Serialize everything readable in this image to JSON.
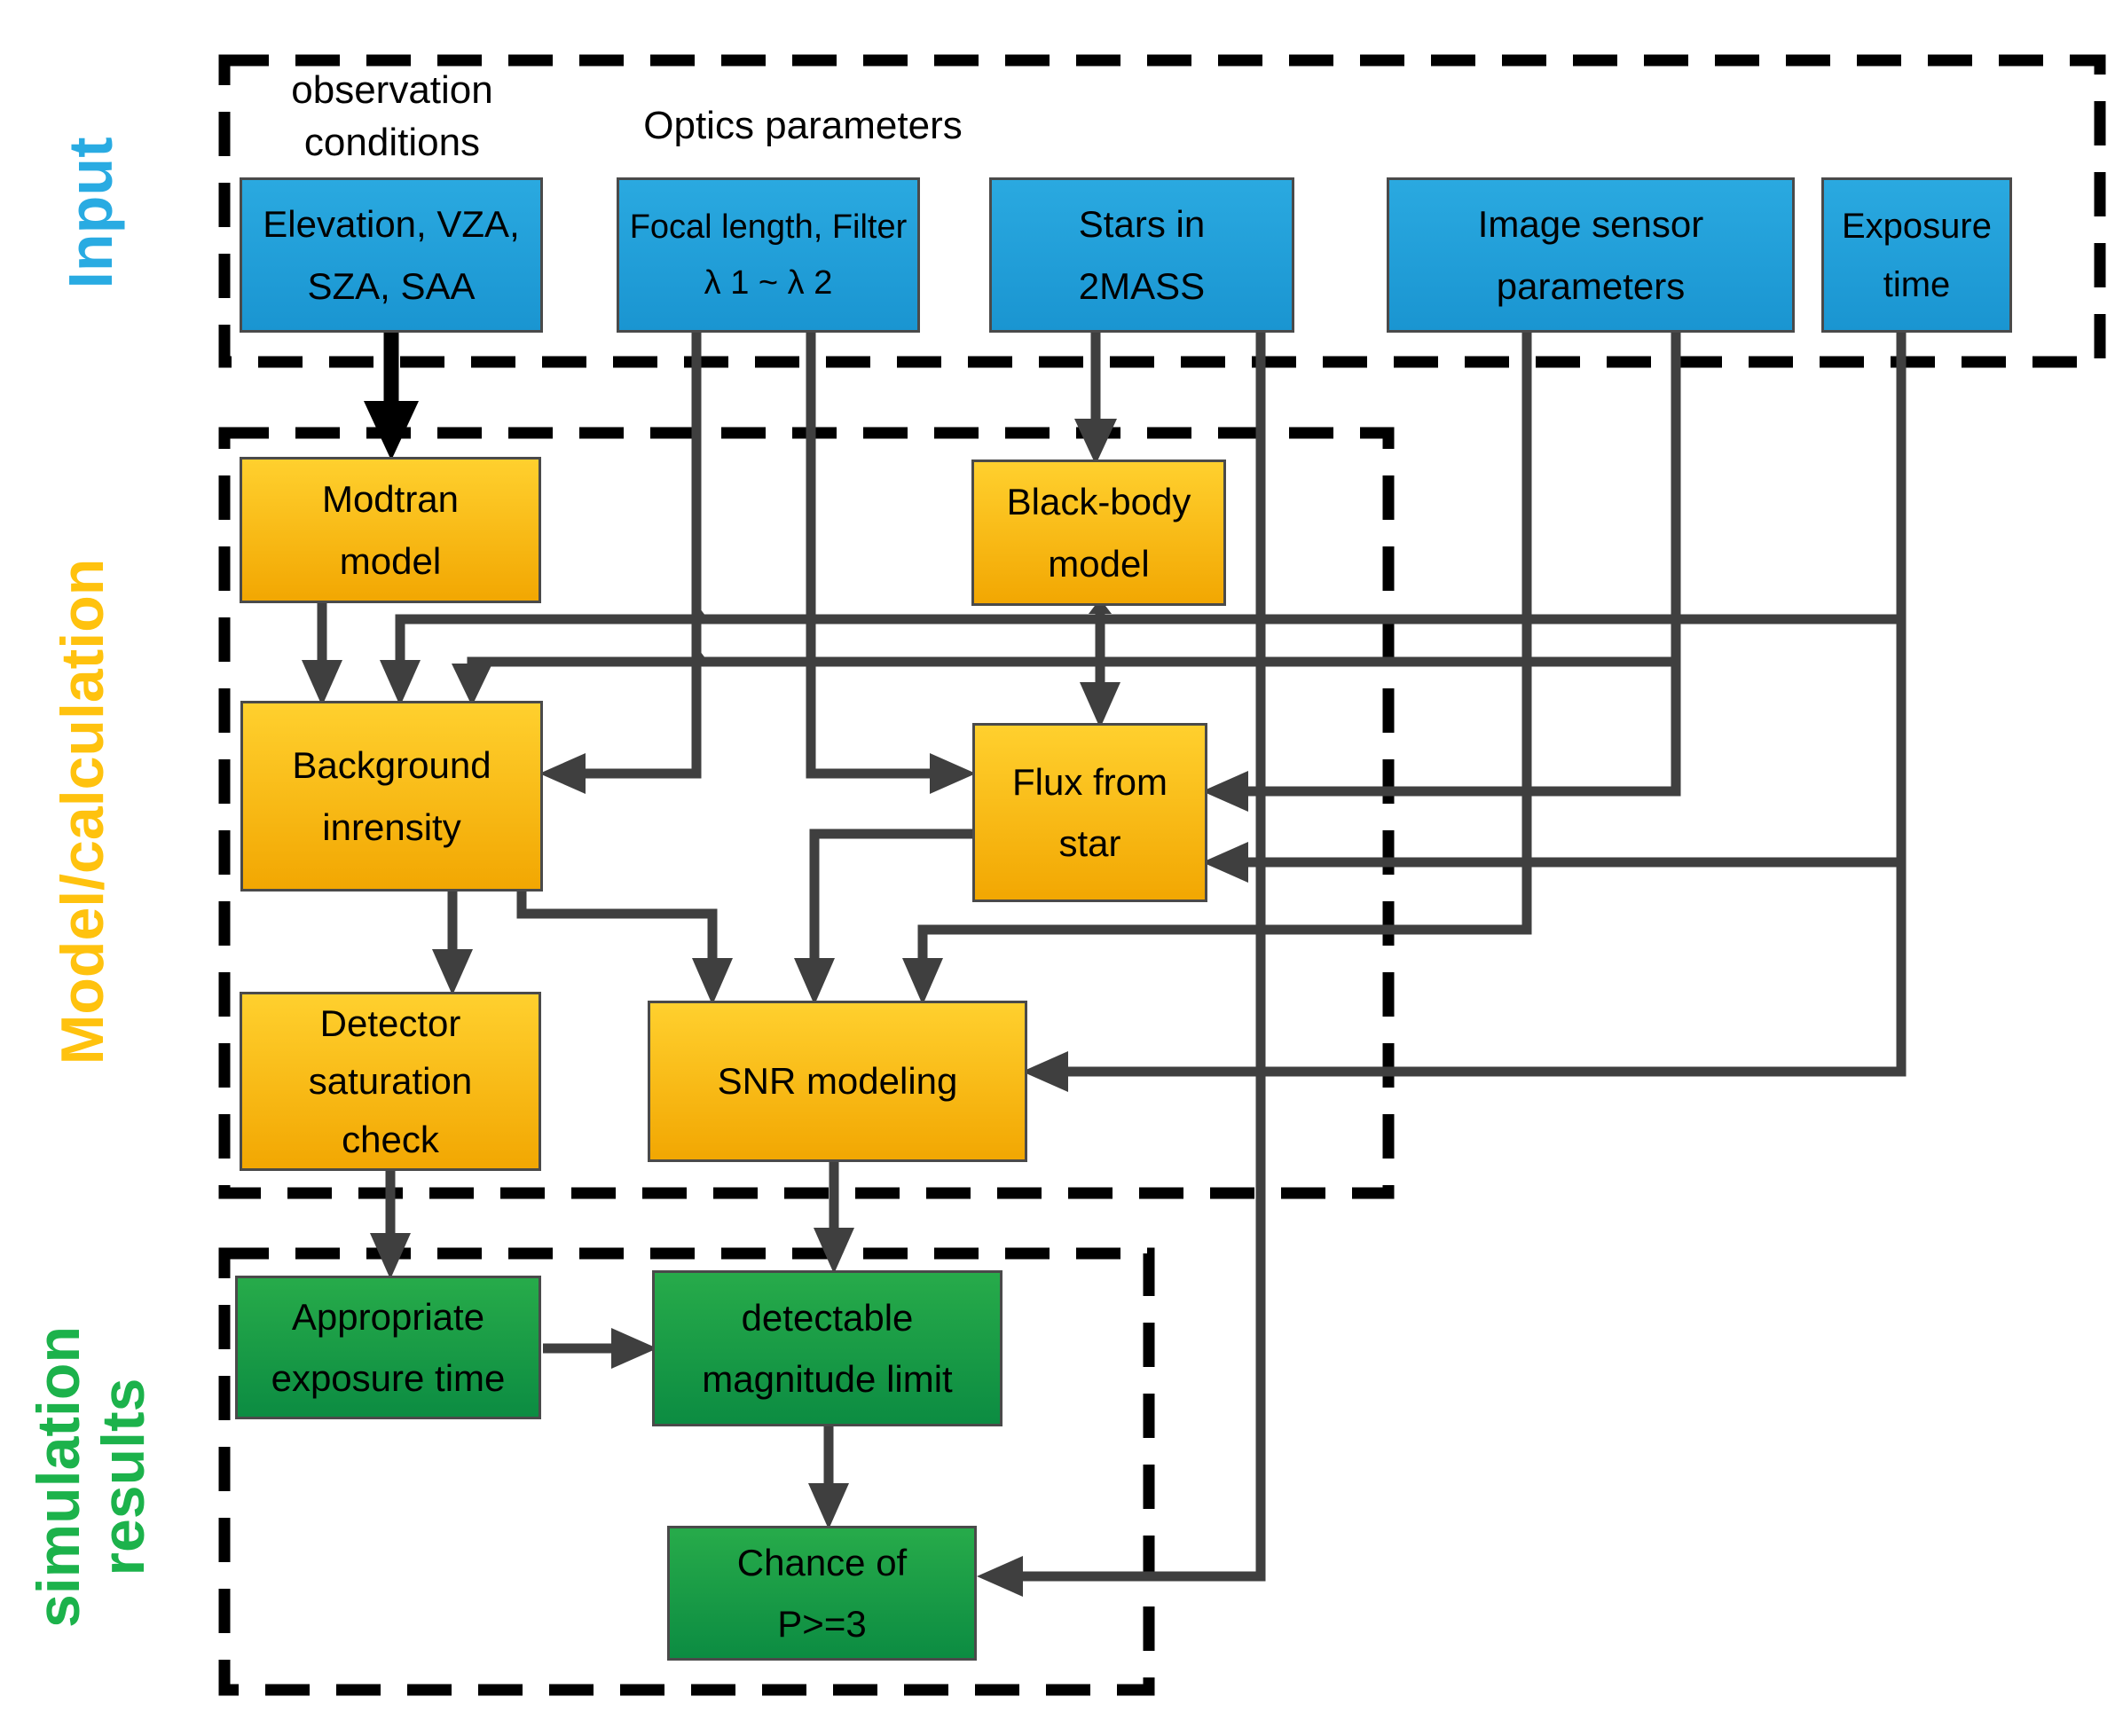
{
  "sections": {
    "input": {
      "label": "Input",
      "color": "#29abe2"
    },
    "model": {
      "label": "Model/calculation",
      "color": "#ffc20e"
    },
    "results": {
      "label": "simulation\nresults",
      "color": "#1cb24b"
    }
  },
  "group_labels": {
    "observation_conditions": {
      "lines": [
        "observation",
        "conditions"
      ]
    },
    "optics_parameters": "Optics parameters"
  },
  "nodes": {
    "elevation": {
      "lines": [
        "Elevation, VZA,",
        "SZA, SAA"
      ]
    },
    "focal": {
      "lines": [
        "Focal length, Filter",
        "λ 1 ~ λ 2"
      ]
    },
    "stars": {
      "lines": [
        "Stars in",
        "2MASS"
      ]
    },
    "image_sensor": {
      "lines": [
        "Image sensor",
        "parameters"
      ]
    },
    "exposure": {
      "lines": [
        "Exposure",
        "time"
      ]
    },
    "modtran": {
      "lines": [
        "Modtran",
        "model"
      ]
    },
    "blackbody": {
      "lines": [
        "Black-body",
        "model"
      ]
    },
    "background": {
      "lines": [
        "Background",
        "inrensity"
      ]
    },
    "flux": {
      "lines": [
        "Flux from",
        "star"
      ]
    },
    "detector": {
      "lines": [
        "Detector",
        "saturation",
        "check"
      ]
    },
    "snr": {
      "lines": [
        "SNR modeling"
      ]
    },
    "appropriate": {
      "lines": [
        "Appropriate",
        "exposure time"
      ]
    },
    "detectable": {
      "lines": [
        "detectable",
        "magnitude limit"
      ]
    },
    "chance": {
      "lines": [
        "Chance of",
        "P>=3"
      ]
    }
  },
  "colors": {
    "input_box_top": "#2aa9e0",
    "input_box_bottom": "#1a95d1",
    "model_box_top": "#ffd02e",
    "model_box_bottom": "#f2a702",
    "result_box_top": "#27ab4a",
    "result_box_bottom": "#0c8c42",
    "arrow": "#3f3f3f",
    "main_arrow": "#000000",
    "border_dash": "#000000",
    "node_border": "#4a4a4a",
    "input_label": "#29abe2",
    "model_label": "#ffc20e",
    "results_label": "#1cb24b",
    "text": "#000000"
  }
}
